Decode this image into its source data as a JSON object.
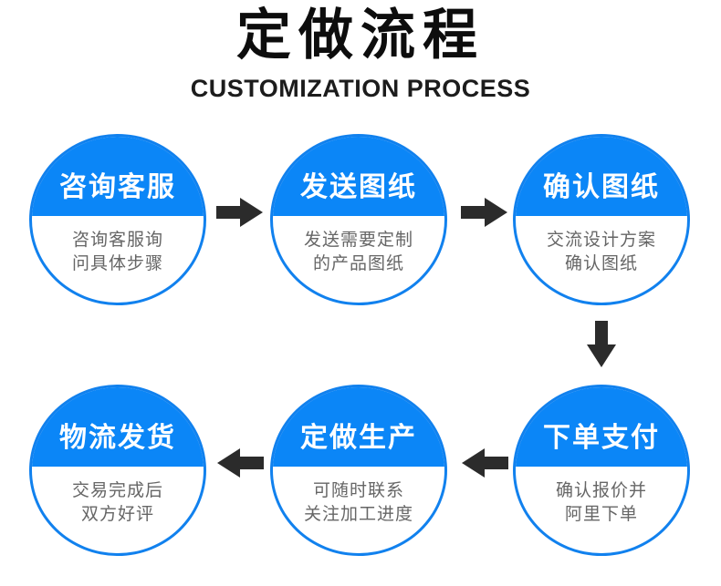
{
  "header": {
    "title": "定做流程",
    "subtitle": "CUSTOMIZATION PROCESS"
  },
  "steps": [
    {
      "id": 1,
      "title": "咨询客服",
      "desc": "咨询客服询\n问具体步骤",
      "position": "top-left"
    },
    {
      "id": 2,
      "title": "发送图纸",
      "desc": "发送需要定制\n的产品图纸",
      "position": "top-center"
    },
    {
      "id": 3,
      "title": "确认图纸",
      "desc": "交流设计方案\n确认图纸",
      "position": "top-right"
    },
    {
      "id": 4,
      "title": "下单支付",
      "desc": "确认报价并\n阿里下单",
      "position": "bottom-right"
    },
    {
      "id": 5,
      "title": "定做生产",
      "desc": "可随时联系\n关注加工进度",
      "position": "bottom-center"
    },
    {
      "id": 6,
      "title": "物流发货",
      "desc": "交易完成后\n双方好评",
      "position": "bottom-left"
    }
  ],
  "flow": {
    "arrows": [
      {
        "from": 1,
        "to": 2,
        "direction": "right"
      },
      {
        "from": 2,
        "to": 3,
        "direction": "right"
      },
      {
        "from": 3,
        "to": 4,
        "direction": "down"
      },
      {
        "from": 4,
        "to": 5,
        "direction": "left"
      },
      {
        "from": 5,
        "to": 6,
        "direction": "left"
      }
    ]
  },
  "colors": {
    "accent_blue": "#0b86f7",
    "circle_border": "#1181ee",
    "arrow": "#2b2b2b",
    "desc_text": "#666666",
    "title_text": "#0d0d0d"
  }
}
